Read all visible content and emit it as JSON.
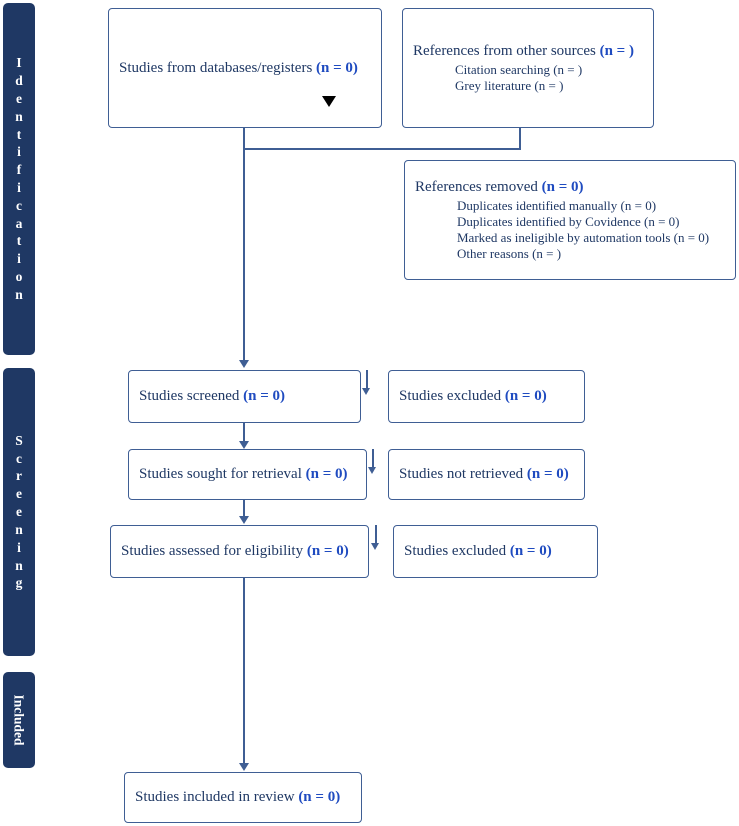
{
  "diagram": {
    "title": "PRISMA Flow Diagram",
    "accent_color": "#1F3864",
    "border_color": "#3F5E94",
    "number_color": "#1F4BC0",
    "background": "#ffffff"
  },
  "stages": [
    {
      "id": "identification",
      "label": "Identification",
      "letters": [
        "I",
        "d",
        "e",
        "n",
        "t",
        "i",
        "f",
        "i",
        "c",
        "a",
        "t",
        "i",
        "o",
        "n"
      ],
      "orientation": "stacked-letters"
    },
    {
      "id": "screening",
      "label": "Screening",
      "letters": [
        "S",
        "c",
        "r",
        "e",
        "e",
        "n",
        "i",
        "n",
        "g"
      ],
      "orientation": "stacked-letters"
    },
    {
      "id": "included",
      "label": "Included",
      "letters": [
        "I",
        "n",
        "c",
        "l",
        "u",
        "d",
        "e",
        "d"
      ],
      "orientation": "rotated-90"
    }
  ],
  "boxes": {
    "databases": {
      "main": "Studies from databases/registers ",
      "n": "(n = 0)",
      "sub": []
    },
    "other_sources": {
      "main": "References from other sources ",
      "n": "(n = )",
      "sub": [
        "Citation searching (n = )",
        "Grey literature (n = )"
      ]
    },
    "removed": {
      "main": "References removed ",
      "n": "(n = 0)",
      "sub": [
        "Duplicates identified manually (n = 0)",
        "Duplicates identified by Covidence (n = 0)",
        "Marked as ineligible by automation tools (n = 0)",
        "Other reasons (n = )"
      ]
    },
    "screened": {
      "main": "Studies screened ",
      "n": "(n = 0)",
      "sub": []
    },
    "excluded_1": {
      "main": "Studies excluded ",
      "n": "(n = 0)",
      "sub": []
    },
    "sought": {
      "main": "Studies sought for retrieval ",
      "n": "(n = 0)",
      "sub": []
    },
    "not_retrieved": {
      "main": "Studies not retrieved ",
      "n": "(n = 0)",
      "sub": []
    },
    "assessed": {
      "main": "Studies assessed for eligibility ",
      "n": "(n = 0)",
      "sub": []
    },
    "excluded_2": {
      "main": "Studies excluded ",
      "n": "(n = 0)",
      "sub": []
    },
    "included": {
      "main": "Studies included in review ",
      "n": "(n = 0)",
      "sub": []
    }
  },
  "markers": {
    "caret_artifact": "▼"
  }
}
